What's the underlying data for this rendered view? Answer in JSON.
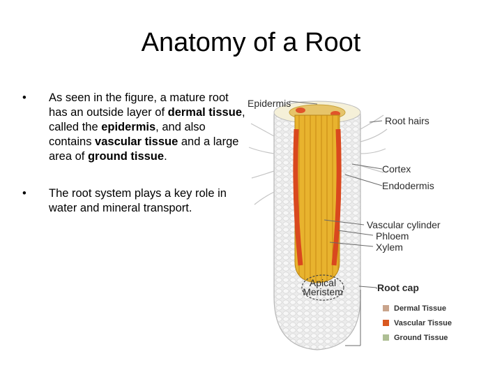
{
  "slide": {
    "title": "Anatomy of a Root",
    "bullets": [
      {
        "parts": [
          {
            "text": "As seen in the figure, a mature root has an outside layer of ",
            "bold": false
          },
          {
            "text": "dermal tissue",
            "bold": true
          },
          {
            "text": ", called the ",
            "bold": false
          },
          {
            "text": "epidermis",
            "bold": true
          },
          {
            "text": ", and also contains ",
            "bold": false
          },
          {
            "text": "vascular tissue",
            "bold": true
          },
          {
            "text": " and a large area of ",
            "bold": false
          },
          {
            "text": "ground tissue",
            "bold": true
          },
          {
            "text": ".",
            "bold": false
          }
        ]
      },
      {
        "parts": [
          {
            "text": "The root system plays a key role in water and mineral transport.",
            "bold": false
          }
        ]
      }
    ]
  },
  "figure": {
    "labels": {
      "epidermis": "Epidermis",
      "root_hairs": "Root hairs",
      "cortex": "Cortex",
      "endodermis": "Endodermis",
      "vascular_cylinder": "Vascular cylinder",
      "phloem": "Phloem",
      "xylem": "Xylem",
      "root_cap": "Root cap",
      "apical_line1": "Apical",
      "apical_line2": "Meristem"
    },
    "legend": [
      {
        "label": "Dermal Tissue",
        "color": "#c9a48c"
      },
      {
        "label": "Vascular Tissue",
        "color": "#d9581f"
      },
      {
        "label": "Ground Tissue",
        "color": "#aebf94"
      }
    ]
  }
}
